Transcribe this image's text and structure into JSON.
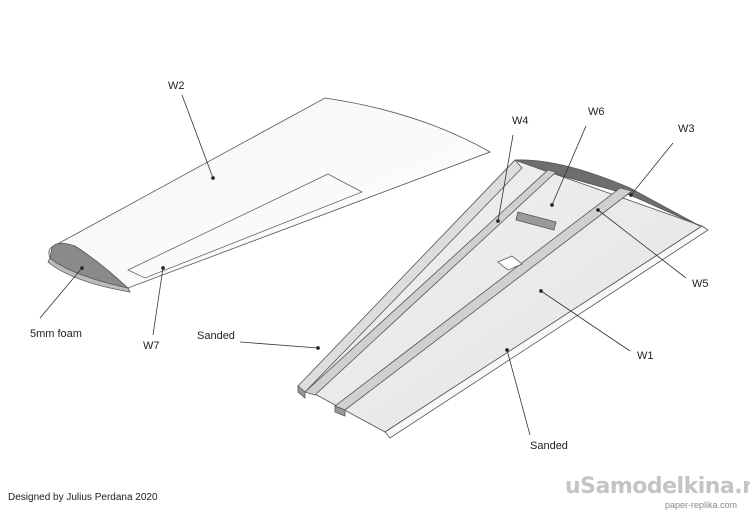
{
  "labels": {
    "w1": "W1",
    "w2": "W2",
    "w3": "W3",
    "w4": "W4",
    "w5": "W5",
    "w6": "W6",
    "w7": "W7",
    "foam": "5mm foam",
    "sanded_left": "Sanded",
    "sanded_bottom": "Sanded"
  },
  "credit": "Designed by Julius Perdana 2020",
  "watermark": "uSamodelkina.ru",
  "watermark_sub": "paper-replika.com"
}
